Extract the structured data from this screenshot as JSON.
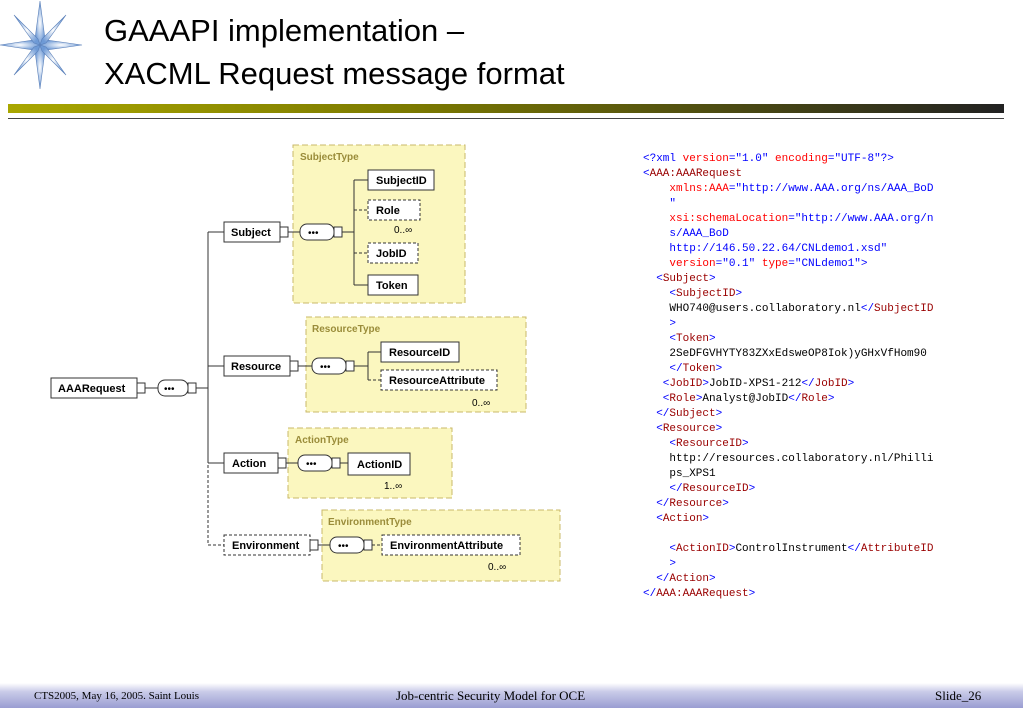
{
  "slide": {
    "title_line1": "GAAAPI implementation –",
    "title_line2": "XACML Request message format",
    "logo_icon": "starburst-icon"
  },
  "diagram": {
    "root": "AAARequest",
    "children": [
      {
        "label": "Subject",
        "type_name": "SubjectType",
        "elements": [
          {
            "label": "SubjectID",
            "cardinality": ""
          },
          {
            "label": "Role",
            "cardinality": "0..∞"
          },
          {
            "label": "JobID",
            "cardinality": ""
          },
          {
            "label": "Token",
            "cardinality": ""
          }
        ]
      },
      {
        "label": "Resource",
        "type_name": "ResourceType",
        "elements": [
          {
            "label": "ResourceID",
            "cardinality": ""
          },
          {
            "label": "ResourceAttribute",
            "cardinality": "0..∞"
          }
        ]
      },
      {
        "label": "Action",
        "type_name": "ActionType",
        "elements": [
          {
            "label": "ActionID",
            "cardinality": "1..∞"
          }
        ]
      },
      {
        "label": "Environment",
        "type_name": "EnvironmentType",
        "elements": [
          {
            "label": "EnvironmentAttribute",
            "cardinality": "0..∞"
          }
        ]
      }
    ],
    "colors": {
      "type_fill": "#fbf7bf",
      "type_border": "#c9b96a",
      "type_label": "#9a8c3a"
    }
  },
  "code_lines": [
    [
      {
        "t": "<?xml ",
        "c": "bk"
      },
      {
        "t": "version",
        "c": "at"
      },
      {
        "t": "=\"1.0\" ",
        "c": "vl"
      },
      {
        "t": "encoding",
        "c": "at"
      },
      {
        "t": "=\"UTF-8\"?>",
        "c": "vl"
      }
    ],
    [
      {
        "t": "<",
        "c": "bk"
      },
      {
        "t": "AAA:AAARequest",
        "c": "nm"
      }
    ],
    [
      {
        "t": "    xmlns:AAA",
        "c": "at"
      },
      {
        "t": "=\"http://www.AAA.org/ns/AAA_BoD",
        "c": "vl"
      }
    ],
    [
      {
        "t": "    \"",
        "c": "vl"
      }
    ],
    [
      {
        "t": "    xsi:schemaLocation",
        "c": "at"
      },
      {
        "t": "=\"http://www.AAA.org/n",
        "c": "vl"
      }
    ],
    [
      {
        "t": "    s/AAA_BoD",
        "c": "vl"
      }
    ],
    [
      {
        "t": "    http://146.50.22.64/CNLdemo1.xsd\"",
        "c": "vl"
      }
    ],
    [
      {
        "t": "    version",
        "c": "at"
      },
      {
        "t": "=\"0.1\" ",
        "c": "vl"
      },
      {
        "t": "type",
        "c": "at"
      },
      {
        "t": "=\"CNLdemo1\">",
        "c": "vl"
      }
    ],
    [
      {
        "t": "  <",
        "c": "bk"
      },
      {
        "t": "Subject",
        "c": "nm"
      },
      {
        "t": ">",
        "c": "bk"
      }
    ],
    [
      {
        "t": "    <",
        "c": "bk"
      },
      {
        "t": "SubjectID",
        "c": "nm"
      },
      {
        "t": ">",
        "c": "bk"
      }
    ],
    [
      {
        "t": "    WHO740@users.collaboratory.nl",
        "c": "tx"
      },
      {
        "t": "</",
        "c": "bk"
      },
      {
        "t": "SubjectID",
        "c": "nm"
      }
    ],
    [
      {
        "t": "    >",
        "c": "bk"
      }
    ],
    [
      {
        "t": "    <",
        "c": "bk"
      },
      {
        "t": "Token",
        "c": "nm"
      },
      {
        "t": ">",
        "c": "bk"
      }
    ],
    [
      {
        "t": "    2SeDFGVHYTY83ZXxEdsweOP8Iok)yGHxVfHom90",
        "c": "tx"
      }
    ],
    [
      {
        "t": "    </",
        "c": "bk"
      },
      {
        "t": "Token",
        "c": "nm"
      },
      {
        "t": ">",
        "c": "bk"
      }
    ],
    [
      {
        "t": "   <",
        "c": "bk"
      },
      {
        "t": "JobID",
        "c": "nm"
      },
      {
        "t": ">",
        "c": "bk"
      },
      {
        "t": "JobID-XPS1-212",
        "c": "tx"
      },
      {
        "t": "</",
        "c": "bk"
      },
      {
        "t": "JobID",
        "c": "nm"
      },
      {
        "t": ">",
        "c": "bk"
      }
    ],
    [
      {
        "t": "   <",
        "c": "bk"
      },
      {
        "t": "Role",
        "c": "nm"
      },
      {
        "t": ">",
        "c": "bk"
      },
      {
        "t": "Analyst@JobID",
        "c": "tx"
      },
      {
        "t": "</",
        "c": "bk"
      },
      {
        "t": "Role",
        "c": "nm"
      },
      {
        "t": ">",
        "c": "bk"
      }
    ],
    [
      {
        "t": "  </",
        "c": "bk"
      },
      {
        "t": "Subject",
        "c": "nm"
      },
      {
        "t": ">",
        "c": "bk"
      }
    ],
    [
      {
        "t": "  <",
        "c": "bk"
      },
      {
        "t": "Resource",
        "c": "nm"
      },
      {
        "t": ">",
        "c": "bk"
      }
    ],
    [
      {
        "t": "    <",
        "c": "bk"
      },
      {
        "t": "ResourceID",
        "c": "nm"
      },
      {
        "t": ">",
        "c": "bk"
      }
    ],
    [
      {
        "t": "    http://resources.collaboratory.nl/Philli",
        "c": "tx"
      }
    ],
    [
      {
        "t": "    ps_XPS1",
        "c": "tx"
      }
    ],
    [
      {
        "t": "    </",
        "c": "bk"
      },
      {
        "t": "ResourceID",
        "c": "nm"
      },
      {
        "t": ">",
        "c": "bk"
      }
    ],
    [
      {
        "t": "  </",
        "c": "bk"
      },
      {
        "t": "Resource",
        "c": "nm"
      },
      {
        "t": ">",
        "c": "bk"
      }
    ],
    [
      {
        "t": "  <",
        "c": "bk"
      },
      {
        "t": "Action",
        "c": "nm"
      },
      {
        "t": ">",
        "c": "bk"
      }
    ],
    [
      {
        "t": " ",
        "c": "tx"
      }
    ],
    [
      {
        "t": "    <",
        "c": "bk"
      },
      {
        "t": "ActionID",
        "c": "nm"
      },
      {
        "t": ">",
        "c": "bk"
      },
      {
        "t": "ControlInstrument",
        "c": "tx"
      },
      {
        "t": "</",
        "c": "bk"
      },
      {
        "t": "AttributeID",
        "c": "nm"
      }
    ],
    [
      {
        "t": "    >",
        "c": "bk"
      }
    ],
    [
      {
        "t": "  </",
        "c": "bk"
      },
      {
        "t": "Action",
        "c": "nm"
      },
      {
        "t": ">",
        "c": "bk"
      }
    ],
    [
      {
        "t": "</",
        "c": "bk"
      },
      {
        "t": "AAA:AAARequest",
        "c": "nm"
      },
      {
        "t": ">",
        "c": "bk"
      }
    ]
  ],
  "footer": {
    "left": "CTS2005, May 16, 2005. Saint Louis",
    "center": "Job-centric Security Model for OCE",
    "right": "Slide_26"
  }
}
